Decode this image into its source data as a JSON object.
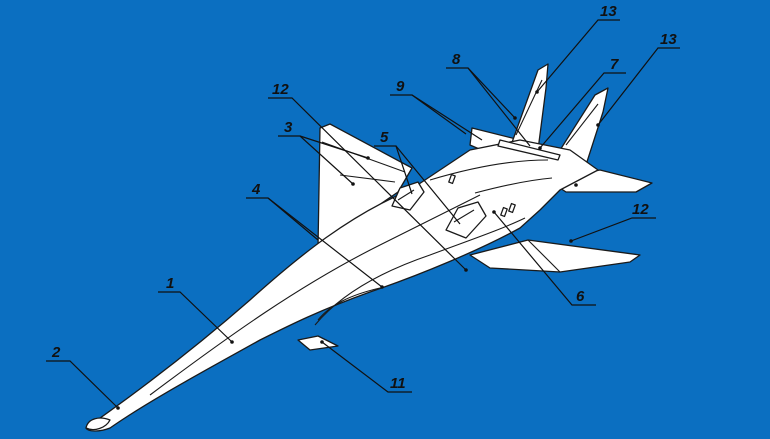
{
  "diagram": {
    "background_color": "#0b6fc1",
    "aircraft_fill": "#ffffff",
    "callouts": [
      {
        "id": "1",
        "label": "1"
      },
      {
        "id": "2",
        "label": "2"
      },
      {
        "id": "3",
        "label": "3"
      },
      {
        "id": "4",
        "label": "4"
      },
      {
        "id": "5",
        "label": "5"
      },
      {
        "id": "6",
        "label": "6"
      },
      {
        "id": "7",
        "label": "7"
      },
      {
        "id": "8",
        "label": "8"
      },
      {
        "id": "9",
        "label": "9"
      },
      {
        "id": "11",
        "label": "11"
      },
      {
        "id": "12a",
        "label": "12"
      },
      {
        "id": "12b",
        "label": "12"
      },
      {
        "id": "13a",
        "label": "13"
      },
      {
        "id": "13b",
        "label": "13"
      }
    ]
  }
}
